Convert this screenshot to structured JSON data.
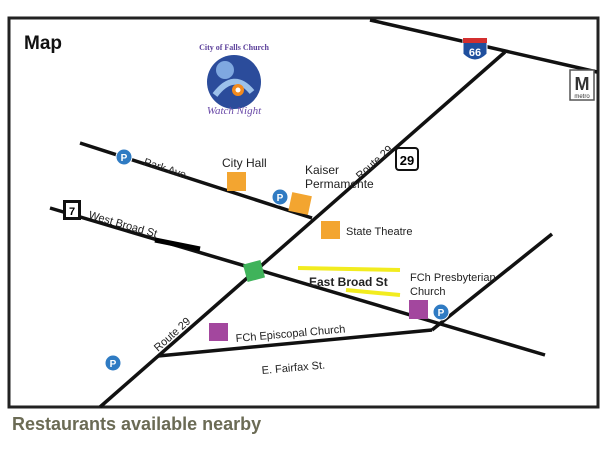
{
  "map": {
    "title": "Map",
    "logo_text": "City of Falls Church Watch Night",
    "footer": "Restaurants available nearby",
    "roads": {
      "park_ave": "Park Ave.",
      "west_broad": "West Broad St",
      "east_broad": "East Broad St",
      "route29_upper": "Route 29",
      "route29_lower": "Route 29",
      "fairfax": "E. Fairfax St."
    },
    "places": {
      "city_hall": "City Hall",
      "kaiser": "Kaiser Permamente",
      "kaiser_line1": "Kaiser",
      "kaiser_line2": "Permamente",
      "state_theatre": "State Theatre",
      "presbyterian_line1": "FCh Presbyterian",
      "presbyterian_line2": "Church",
      "episcopal": "FCh Episcopal Church"
    },
    "signs": {
      "interstate": "66",
      "us_route": "29",
      "state_route": "7",
      "metro": "M",
      "metro_sub": "metro",
      "parking": "P"
    },
    "colors": {
      "venue_orange": "#f3a530",
      "church_purple": "#a3479e",
      "meeting_green": "#3fb35a",
      "highlight_yellow": "#f2ec1f",
      "parking_blue": "#2f7bc3"
    }
  }
}
